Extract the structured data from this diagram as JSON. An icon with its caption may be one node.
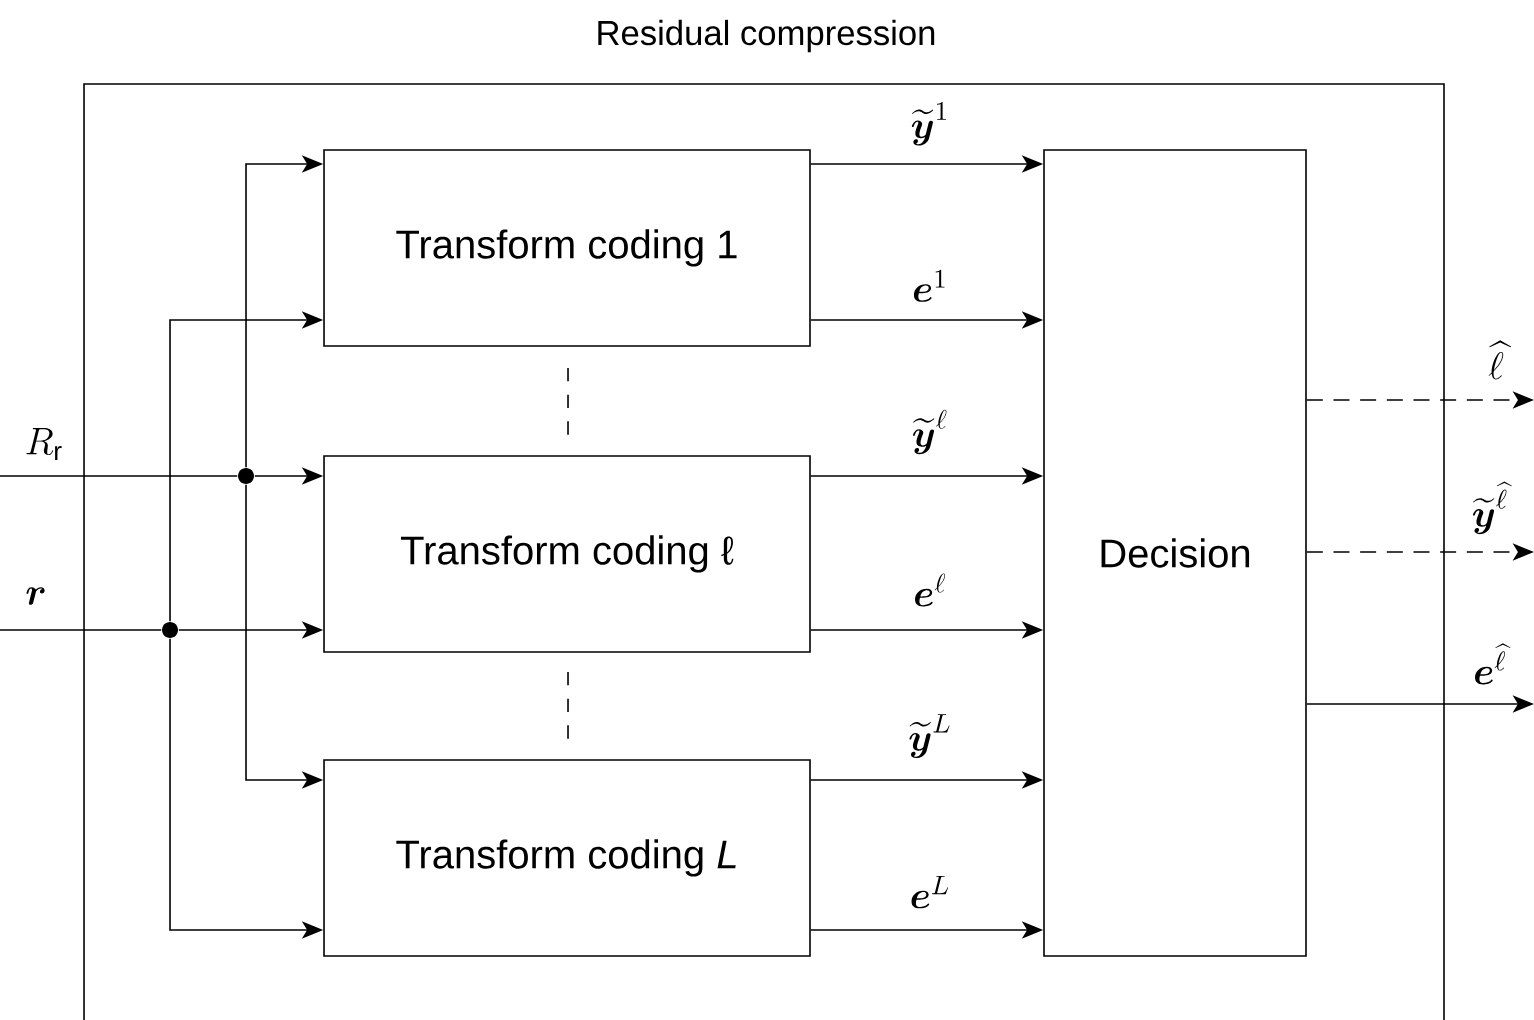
{
  "diagram": {
    "nodes": [
      {
        "text": [
          "Residual compression"
        ]
      },
      {
        "text": [
          "Transform coding 1"
        ],
        "in": 0
      },
      {
        "text": [
          "Transform coding ℓ"
        ],
        "in": 0
      },
      {
        "text": [
          "Transform coding *L*"
        ],
        "in": 0
      },
      {
        "text": [
          "Decision"
        ],
        "in": 0
      },
      {
        "text": [],
        "shape": "circle",
        "in": 0
      },
      {
        "text": [],
        "shape": "circle",
        "in": 0
      }
    ],
    "edges": [
      {
        "from": null,
        "to": 5,
        "arrow": "none",
        "label": "R_{\\mathrm{r}}"
      },
      {
        "from": 5,
        "to": 1,
        "arrow": "to"
      },
      {
        "from": 5,
        "to": 2,
        "arrow": "to"
      },
      {
        "from": 5,
        "to": 3,
        "arrow": "to"
      },
      {
        "from": null,
        "to": 6,
        "arrow": "none",
        "label": "\\boldsymbol{r}"
      },
      {
        "from": 6,
        "to": 1,
        "arrow": "to"
      },
      {
        "from": 6,
        "to": 2,
        "arrow": "to"
      },
      {
        "from": 6,
        "to": 3,
        "arrow": "to"
      },
      {
        "from": 1,
        "to": 4,
        "arrow": "to",
        "label": "\\widetilde{\\boldsymbol{y}}^{1}"
      },
      {
        "from": 1,
        "to": 4,
        "arrow": "to",
        "label": "\\boldsymbol{e}^{1}"
      },
      {
        "from": 2,
        "to": 4,
        "arrow": "to",
        "label": "\\widetilde{\\boldsymbol{y}}^{\\ell}"
      },
      {
        "from": 2,
        "to": 4,
        "arrow": "to",
        "label": "\\boldsymbol{e}^{\\ell}"
      },
      {
        "from": 3,
        "to": 4,
        "arrow": "to",
        "label": "\\widetilde{\\boldsymbol{y}}^{L}"
      },
      {
        "from": 3,
        "to": 4,
        "arrow": "to",
        "label": "\\boldsymbol{e}^{L}"
      },
      {
        "from": 4,
        "to": null,
        "arrow": "to",
        "style": "dashed",
        "label": "\\widehat{\\ell}"
      },
      {
        "from": 4,
        "to": null,
        "arrow": "to",
        "style": "dashed",
        "label": "\\widetilde{\\boldsymbol{y}}^{\\widehat{\\ell}}"
      },
      {
        "from": 4,
        "to": null,
        "arrow": "to",
        "label": "\\boldsymbol{e}^{\\widehat{\\ell}}"
      }
    ]
  }
}
